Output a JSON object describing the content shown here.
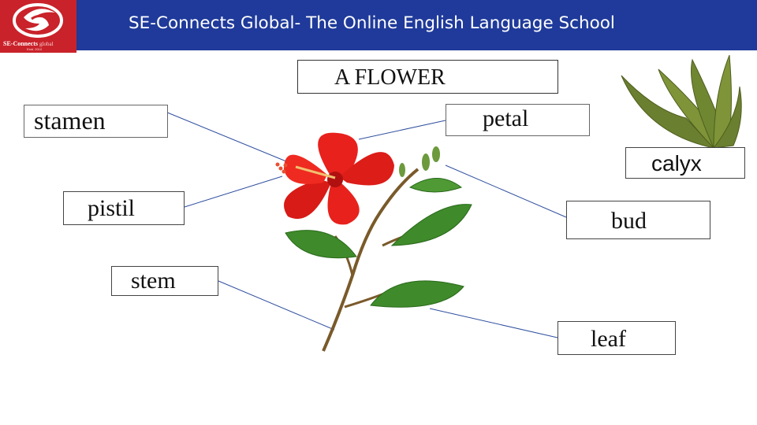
{
  "header": {
    "title": "SE-Connects Global- The Online English Language School",
    "background_color": "#1f3a9a"
  },
  "logo": {
    "brand_text": "SE-Connects",
    "brand_suffix": "global",
    "est_text": "Estd. 2010",
    "color": "#c9222a"
  },
  "diagram": {
    "title": "A FLOWER",
    "labels": {
      "stamen": "stamen",
      "petal": "petal",
      "pistil": "pistil",
      "bud": "bud",
      "stem": "stem",
      "leaf": "leaf",
      "calyx": "calyx"
    },
    "line_color": "#2f4f9f",
    "flower_color": "#e8211c",
    "leaf_color": "#3f8a2a"
  }
}
